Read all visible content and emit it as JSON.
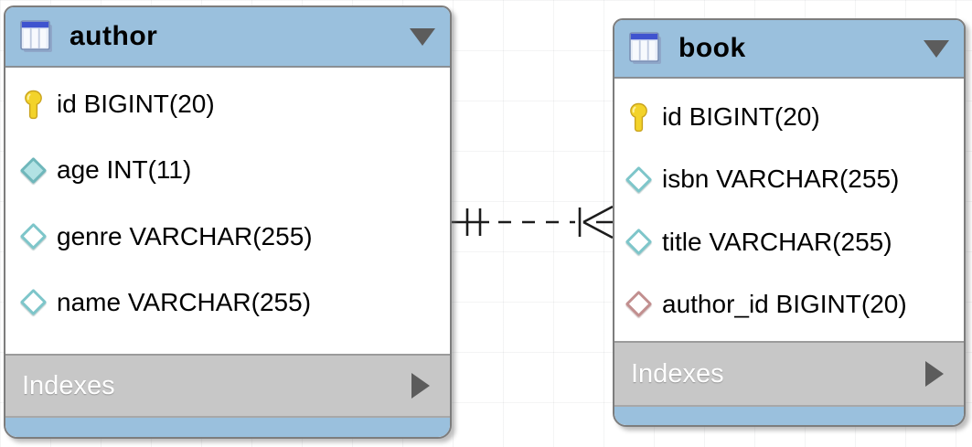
{
  "diagram": {
    "tables": [
      {
        "name": "author",
        "header_icon": "table-icon",
        "collapse_icon": "triangle-down-icon",
        "columns": [
          {
            "label": "id BIGINT(20)",
            "icon": "primary-key-icon"
          },
          {
            "label": "age INT(11)",
            "icon": "column-not-null-icon"
          },
          {
            "label": "genre VARCHAR(255)",
            "icon": "column-nullable-icon"
          },
          {
            "label": "name VARCHAR(255)",
            "icon": "column-nullable-icon"
          }
        ],
        "footer": {
          "label": "Indexes",
          "expand_icon": "triangle-right-icon"
        }
      },
      {
        "name": "book",
        "header_icon": "table-icon",
        "collapse_icon": "triangle-down-icon",
        "columns": [
          {
            "label": "id BIGINT(20)",
            "icon": "primary-key-icon"
          },
          {
            "label": "isbn VARCHAR(255)",
            "icon": "column-nullable-icon"
          },
          {
            "label": "title VARCHAR(255)",
            "icon": "column-nullable-icon"
          },
          {
            "label": "author_id BIGINT(20)",
            "icon": "foreign-key-icon"
          }
        ],
        "footer": {
          "label": "Indexes",
          "expand_icon": "triangle-right-icon"
        }
      }
    ],
    "relationship": {
      "from_table": "author",
      "to_table": "book",
      "cardinality": "one-to-many",
      "from_marker": "one (double tick)",
      "to_marker": "many (crow's foot with tick)",
      "line_style": "dashed"
    },
    "colors": {
      "header_blue": "#9ac0dd",
      "footer_gray": "#c7c7c7",
      "border_gray": "#7d7d7d",
      "arrow_gray": "#5c5c5c",
      "key_yellow": "#f3d32a",
      "attribute_teal": "#7ec6ca",
      "foreign_key_red": "#c28f8f",
      "line_black": "#1c1c1c"
    }
  }
}
